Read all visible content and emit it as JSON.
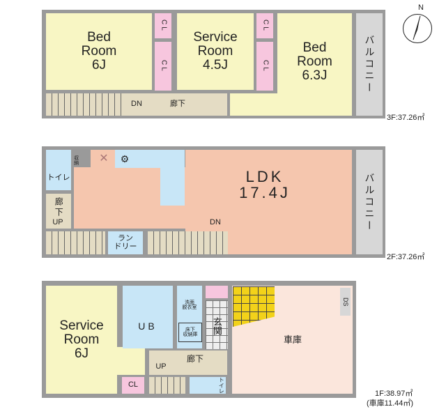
{
  "floors": {
    "f3": {
      "area": "3F:37.26㎡",
      "bed1": "Bed\nRoom\n6J",
      "service": "Service\nRoom\n4.5J",
      "bed2": "Bed\nRoom\n6.3J",
      "cl": "CL",
      "dn": "DN",
      "corridor": "廊下",
      "balcony": "バルコニー"
    },
    "f2": {
      "area": "2F:37.26㎡",
      "ldk": "LDK\n17.4J",
      "toilet": "トイレ",
      "corridor": "廊下",
      "up": "UP",
      "dn": "DN",
      "laundry": "ラン\nドリー",
      "balcony": "バルコニー",
      "storage": "収納"
    },
    "f1": {
      "area": "1F:38.97㎡",
      "garage_area": "(車庫11.44㎡)",
      "service": "Service\nRoom\n6J",
      "ub": "UB",
      "washroom": "洗面\n脱衣室",
      "underfloor": "床下\n収納庫",
      "entrance": "玄関",
      "garage": "車庫",
      "ds": "DS",
      "corridor": "廊下",
      "up": "UP",
      "cl": "CL",
      "toilet": "トイレ"
    }
  },
  "compass": "N"
}
